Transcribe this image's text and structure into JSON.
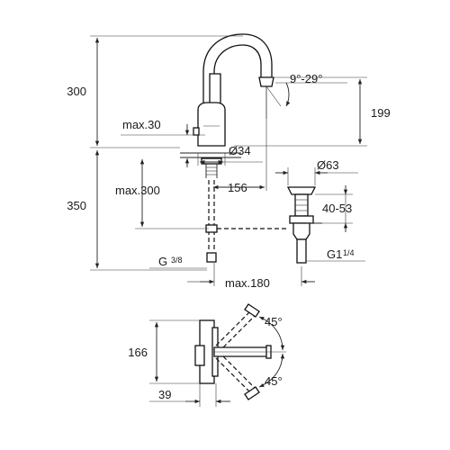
{
  "labels": {
    "height_total": "300",
    "spout_height": "199",
    "angle_range": "9°-29°",
    "max_deck": "max.30",
    "body_dia": "Ø34",
    "max_below": "max.300",
    "below_height": "350",
    "reach": "156",
    "waste_dia": "Ø63",
    "waste_range": "40-53",
    "thread_waste": "G1",
    "thread_waste_frac": "1/4",
    "thread_supply": "G",
    "thread_supply_frac": "3/8",
    "max_horizontal": "max.180",
    "plan_height": "166",
    "plan_angle_top": "45°",
    "plan_angle_bottom": "45°",
    "plan_offset": "39"
  }
}
